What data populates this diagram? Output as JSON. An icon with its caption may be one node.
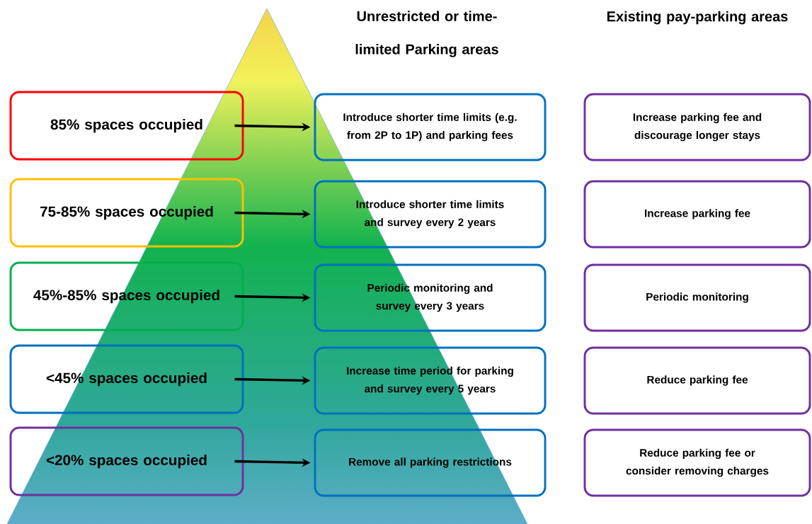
{
  "diagram": {
    "nodes": [
      {
        "text": [
          "85% spaces occupied"
        ]
      },
      {
        "text": [
          "Introduce shorter time limits (e.g. from 2P to 1P) and parking fees"
        ]
      },
      {
        "text": [
          "Increase parking fee and discourage longer stays"
        ]
      },
      {
        "text": [
          "75-85% spaces occupied"
        ]
      },
      {
        "text": [
          "Introduce shorter time limits and survey every 2 years"
        ]
      },
      {
        "text": [
          "Increase parking fee"
        ]
      },
      {
        "text": [
          "45%-85% spaces occupied"
        ]
      },
      {
        "text": [
          "Periodic monitoring and survey every 3 years"
        ]
      },
      {
        "text": [
          "Periodic monitoring"
        ]
      },
      {
        "text": [
          "<45% spaces occupied"
        ]
      },
      {
        "text": [
          "Increase time period for parking and survey every 5 years"
        ]
      },
      {
        "text": [
          "Reduce parking fee"
        ]
      },
      {
        "text": [
          "<20% spaces occupied"
        ]
      },
      {
        "text": [
          "Remove all parking restrictions"
        ]
      },
      {
        "text": [
          "Reduce parking fee or consider removing charges"
        ]
      }
    ],
    "edges": [
      {
        "from": 0,
        "to": 1,
        "arrow": "to"
      },
      {
        "from": 3,
        "to": 4,
        "arrow": "to"
      },
      {
        "from": 6,
        "to": 7,
        "arrow": "to"
      },
      {
        "from": 9,
        "to": 10,
        "arrow": "to"
      },
      {
        "from": 12,
        "to": 13,
        "arrow": "to"
      }
    ],
    "labels": [
      "Unrestricted or time-limited Parking areas",
      "Existing pay-parking areas"
    ]
  }
}
